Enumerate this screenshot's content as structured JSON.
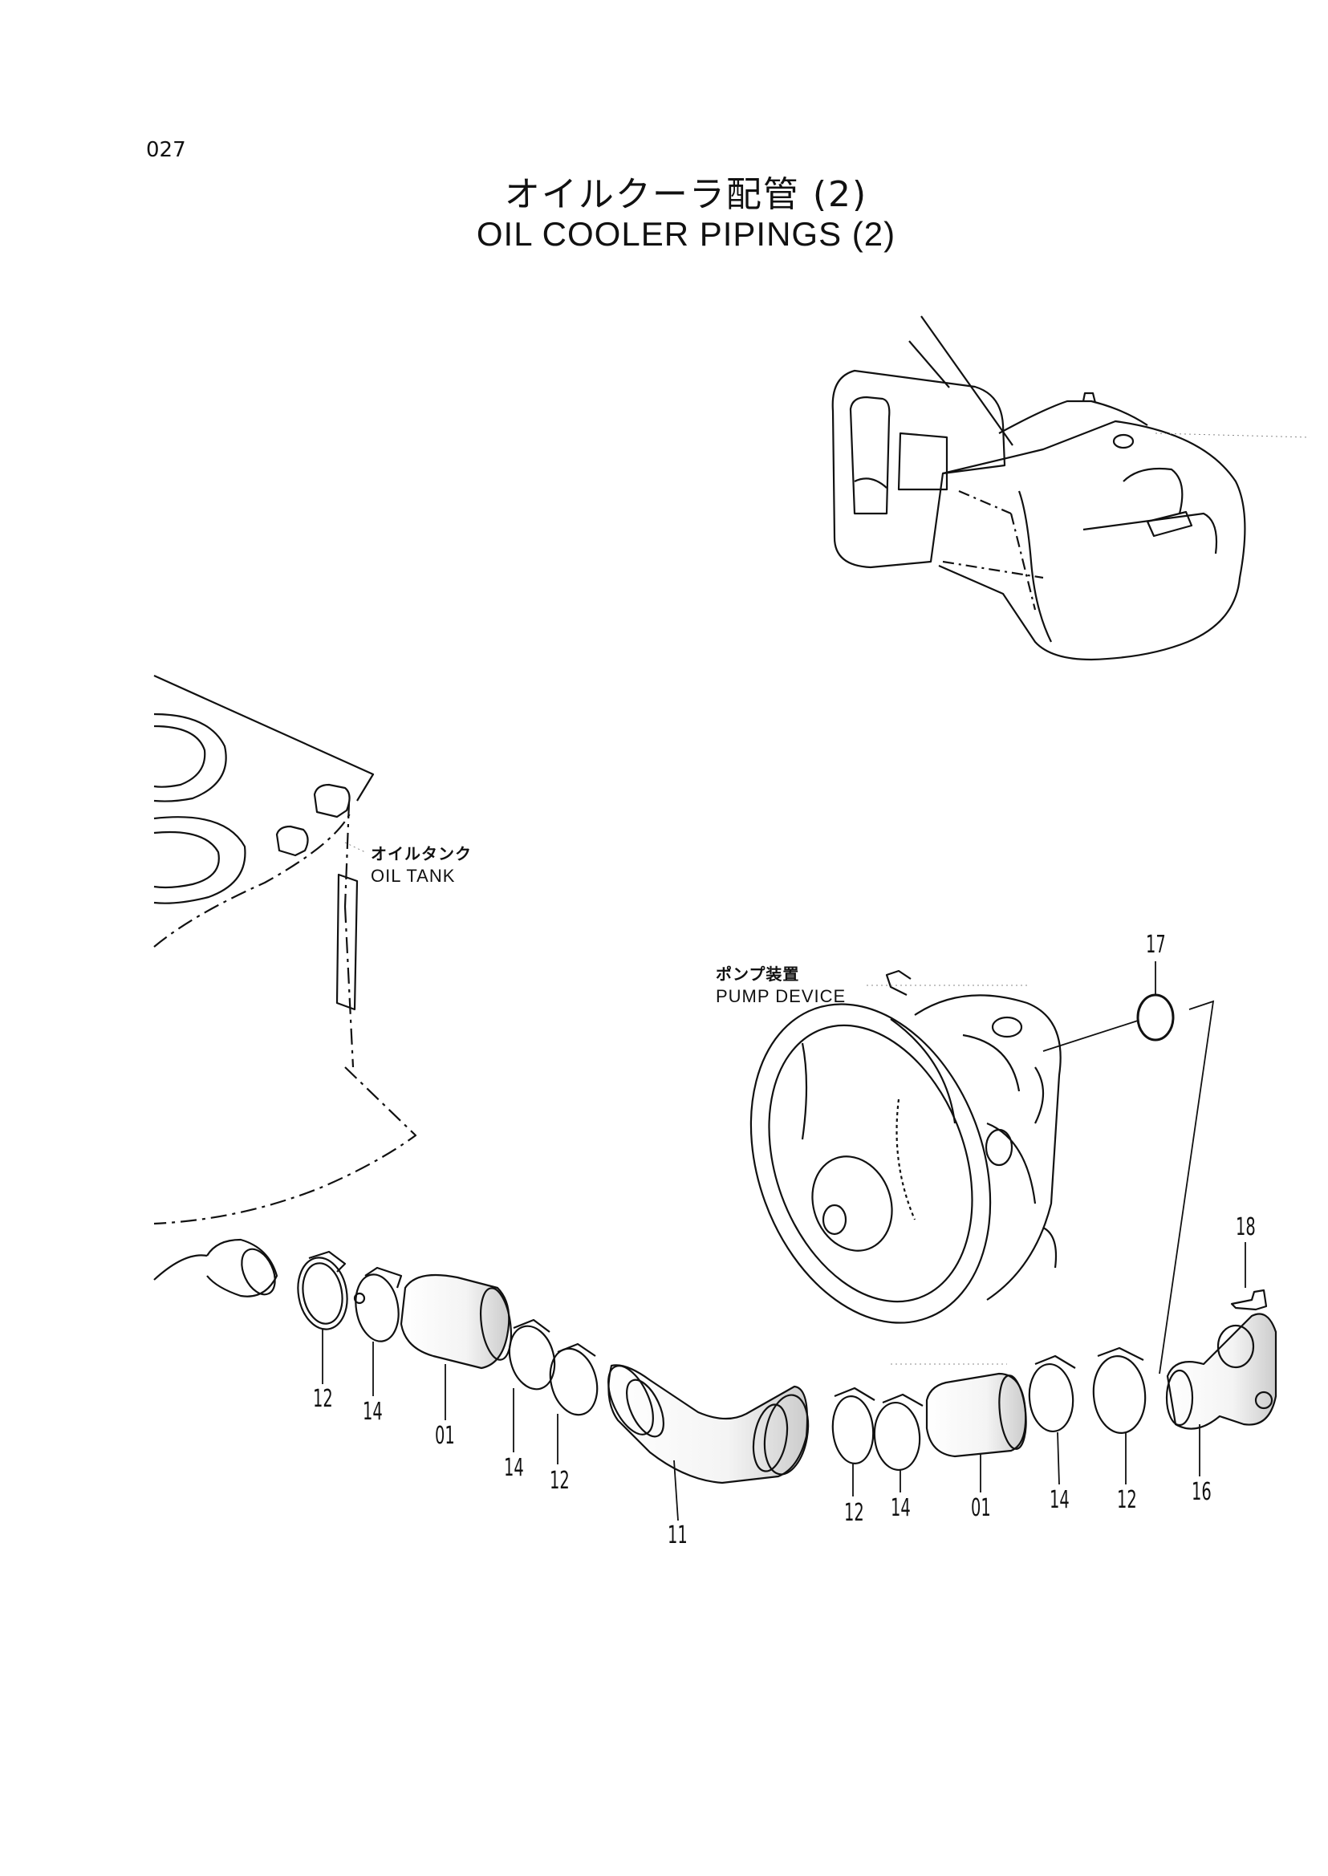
{
  "page": {
    "number": "027"
  },
  "title": {
    "jp": "オイルクーラ配管 (2)",
    "en": "OIL COOLER PIPINGS (2)"
  },
  "labels": {
    "oil_tank": {
      "jp": "オイルタンク",
      "en": "OIL TANK"
    },
    "pump_device": {
      "jp": "ポンプ装置",
      "en": "PUMP DEVICE"
    }
  },
  "part_numbers": {
    "p17": "17",
    "p18": "18",
    "p12a": "12",
    "p14a": "14",
    "p01a": "01",
    "p14b": "14",
    "p12b": "12",
    "p11": "11",
    "p12c": "12",
    "p14c": "14",
    "p01b": "01",
    "p14d": "14",
    "p12d": "12",
    "p16": "16"
  }
}
